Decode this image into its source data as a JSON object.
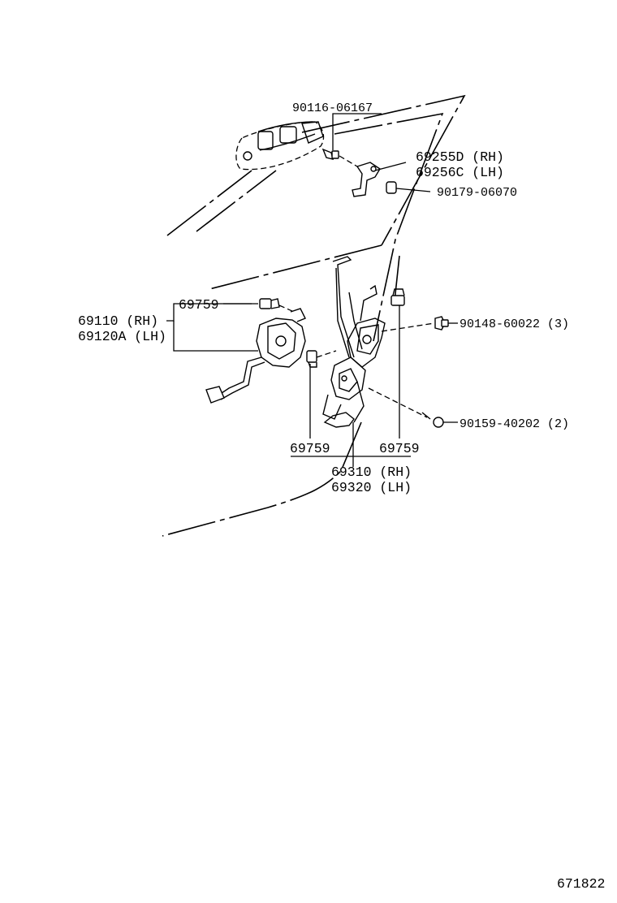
{
  "diagram": {
    "part_numbers": {
      "bolt_handle": "90116-06167",
      "bracket_rh": "69255D (RH)",
      "bracket_lh": "69256C (LH)",
      "nut": "90179-06070",
      "lock_motor_rh": "69110  (RH)",
      "lock_motor_lh": "69120A (LH)",
      "clip_upper": "69759",
      "screw_1": "90148-60022 (3)",
      "screw_2": "90159-40202 (2)",
      "clip_left": "69759",
      "clip_right": "69759",
      "lock_assy_rh": "69310 (RH)",
      "lock_assy_lh": "69320 (LH)"
    },
    "figure_number": "671822"
  }
}
